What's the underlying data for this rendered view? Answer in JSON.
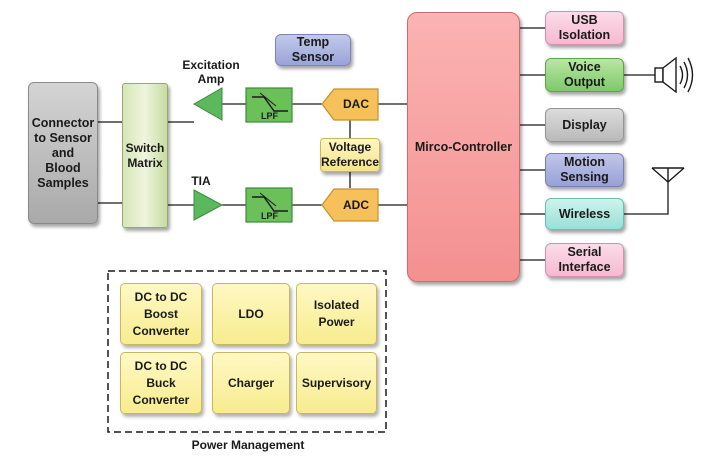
{
  "blocks": {
    "connector": "Connector\nto Sensor\nand\nBlood\nSamples",
    "switch_matrix": "Switch\nMatrix",
    "temp_sensor": "Temp\nSensor",
    "dac": "DAC",
    "adc": "ADC",
    "voltage_reference": "Voltage\nReference",
    "micro_controller": "Mirco-Controller",
    "lpf": "LPF"
  },
  "labels": {
    "excitation_amp": "Excitation\nAmp",
    "tia": "TIA",
    "power_management": "Power Management"
  },
  "peripherals": {
    "usb_isolation": "USB\nIsolation",
    "voice_output": "Voice\nOutput",
    "display": "Display",
    "motion_sensing": "Motion\nSensing",
    "wireless": "Wireless",
    "serial_interface": "Serial\nInterface"
  },
  "power_blocks": {
    "boost": "DC to DC\nBoost\nConverter",
    "ldo": "LDO",
    "isolated": "Isolated\nPower",
    "buck": "DC to DC\nBuck\nConverter",
    "charger": "Charger",
    "supervisory": "Supervisory"
  }
}
